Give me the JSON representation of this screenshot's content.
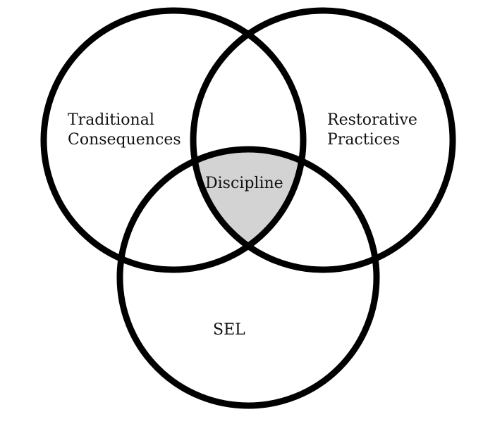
{
  "diagram": {
    "type": "venn",
    "sets": [
      {
        "id": "traditional",
        "lines": [
          "Traditional",
          "Consequences"
        ]
      },
      {
        "id": "restorative",
        "lines": [
          "Restorative",
          "Practices"
        ]
      },
      {
        "id": "sel",
        "lines": [
          "SEL"
        ]
      }
    ],
    "intersection": {
      "label": "Discipline",
      "fill_color": "#d3d3d3"
    },
    "stroke_color": "#000000"
  }
}
